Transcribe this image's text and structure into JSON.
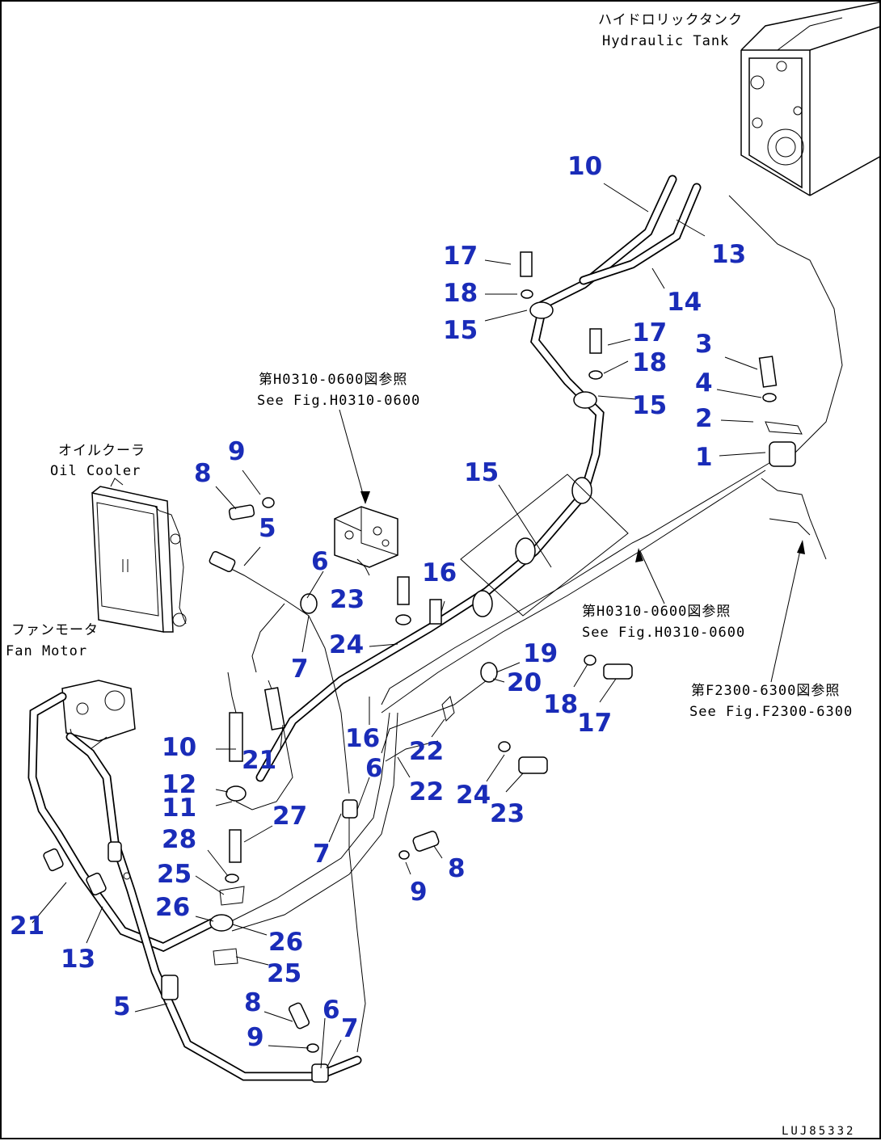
{
  "references": {
    "hydraulic_tank_jp": "ハイドロリックタンク",
    "hydraulic_tank_en": "Hydraulic Tank",
    "oil_cooler_jp": "オイルクーラ",
    "oil_cooler_en": "Oil Cooler",
    "fan_motor_jp": "ファンモータ",
    "fan_motor_en": "Fan Motor",
    "ref1_jp": "第H0310-0600図参照",
    "ref1_en": "See Fig.H0310-0600",
    "ref2_jp": "第H0310-0600図参照",
    "ref2_en": "See Fig.H0310-0600",
    "ref3_jp": "第F2300-6300図参照",
    "ref3_en": "See Fig.F2300-6300"
  },
  "drawing_code": "LUJ85332",
  "callouts": {
    "c10a": "10",
    "c13a": "13",
    "c14": "14",
    "c17a": "17",
    "c18a": "18",
    "c15a": "15",
    "c17b": "17",
    "c18b": "18",
    "c15b": "15",
    "c3": "3",
    "c4": "4",
    "c2": "2",
    "c1": "1",
    "c15c": "15",
    "c9a": "9",
    "c8a": "8",
    "c5a": "5",
    "c6a": "6",
    "c23a": "23",
    "c16a": "16",
    "c24a": "24",
    "c7a": "7",
    "c19": "19",
    "c20": "20",
    "c18c": "18",
    "c17c": "17",
    "c10b": "10",
    "c21a": "21",
    "c16b": "16",
    "c22a": "22",
    "c12": "12",
    "c11": "11",
    "c6b": "6",
    "c22b": "22",
    "c24b": "24",
    "c23b": "23",
    "c27": "27",
    "c28": "28",
    "c7b": "7",
    "c8b": "8",
    "c25a": "25",
    "c9b": "9",
    "c26a": "26",
    "c26b": "26",
    "c21b": "21",
    "c13b": "13",
    "c25b": "25",
    "c5b": "5",
    "c8c": "8",
    "c6c": "6",
    "c7c": "7",
    "c9c": "9"
  }
}
